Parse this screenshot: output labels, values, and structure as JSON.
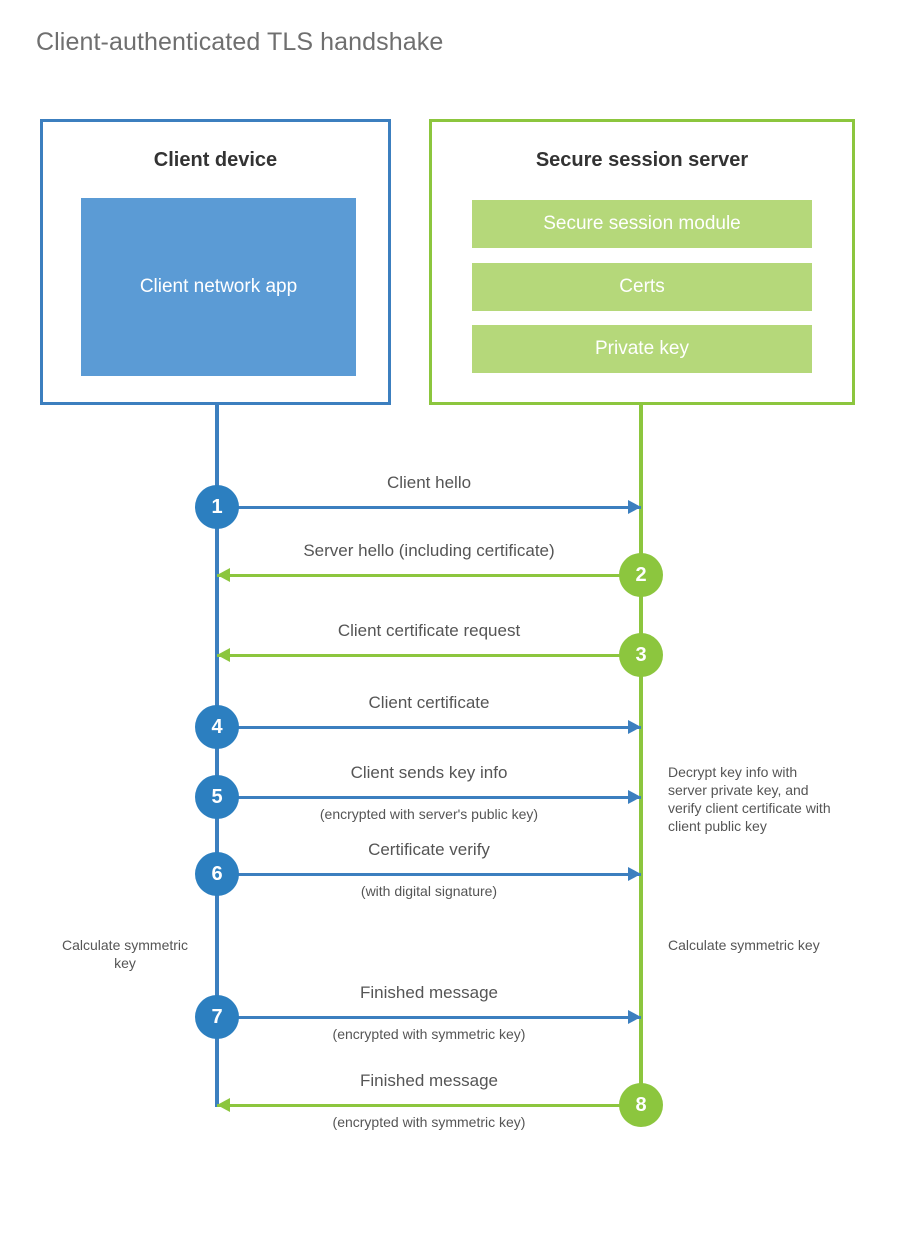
{
  "title": "Client-authenticated TLS handshake",
  "client": {
    "title": "Client device",
    "app_label": "Client network app"
  },
  "server": {
    "title": "Secure session server",
    "bars": [
      "Secure session module",
      "Certs",
      "Private key"
    ]
  },
  "messages": [
    {
      "number": "1",
      "label": "Client hello",
      "sublabel": "",
      "direction": "client-to-server",
      "color": "blue"
    },
    {
      "number": "2",
      "label": "Server hello (including certificate)",
      "sublabel": "",
      "direction": "server-to-client",
      "color": "green"
    },
    {
      "number": "3",
      "label": "Client certificate request",
      "sublabel": "",
      "direction": "server-to-client",
      "color": "green"
    },
    {
      "number": "4",
      "label": "Client certificate",
      "sublabel": "",
      "direction": "client-to-server",
      "color": "blue"
    },
    {
      "number": "5",
      "label": "Client sends key info",
      "sublabel": "(encrypted with server's public key)",
      "direction": "client-to-server",
      "color": "blue"
    },
    {
      "number": "6",
      "label": "Certificate verify",
      "sublabel": "(with digital signature)",
      "direction": "client-to-server",
      "color": "blue"
    },
    {
      "number": "7",
      "label": "Finished message",
      "sublabel": "(encrypted with symmetric key)",
      "direction": "client-to-server",
      "color": "blue"
    },
    {
      "number": "8",
      "label": "Finished message",
      "sublabel": "(encrypted with symmetric key)",
      "direction": "server-to-client",
      "color": "green"
    }
  ],
  "notes": {
    "client_calculate": "Calculate symmetric key",
    "server_calculate": "Calculate symmetric key",
    "server_decrypt": "Decrypt key info with server private key, and verify client certificate with client public key"
  },
  "colors": {
    "blue_accent": "#3c7fbf",
    "blue_badge": "#2c7fc0",
    "blue_fill": "#5b9bd5",
    "green_accent": "#8cc63e",
    "green_fill": "#b5d87a",
    "title_text": "#6f6f6f",
    "body_text": "#555555"
  }
}
